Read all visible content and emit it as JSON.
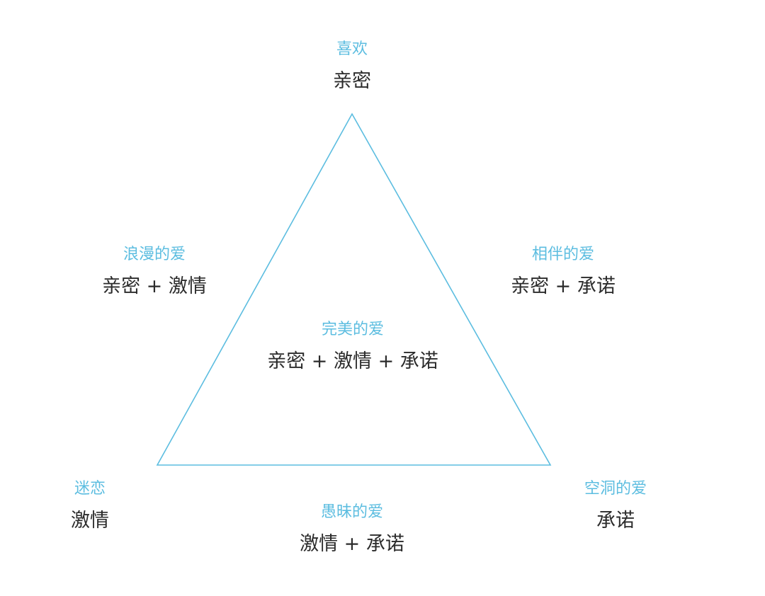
{
  "colors": {
    "accent": "#5cbde0",
    "text": "#2b2b2b",
    "background": "#ffffff"
  },
  "nodes": {
    "top": {
      "title": "喜欢",
      "desc": "亲密"
    },
    "left": {
      "title": "浪漫的爱",
      "desc": "亲密 + 激情"
    },
    "right": {
      "title": "相伴的爱",
      "desc": "亲密 + 承诺"
    },
    "center": {
      "title": "完美的爱",
      "desc": "亲密 + 激情 + 承诺"
    },
    "bottom_left": {
      "title": "迷恋",
      "desc": "激情"
    },
    "bottom": {
      "title": "愚昧的爱",
      "desc": "激情 + 承诺"
    },
    "bottom_right": {
      "title": "空洞的爱",
      "desc": "承诺"
    }
  }
}
